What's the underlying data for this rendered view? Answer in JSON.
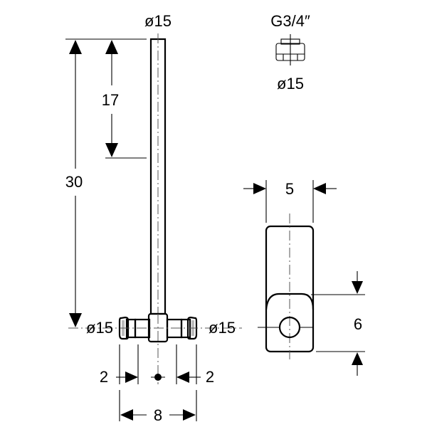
{
  "drawing": {
    "main_view": {
      "pipe_top_diameter": "ø15",
      "dim_total_height": "30",
      "dim_upper_height": "17",
      "tee_left_diameter": "ø15",
      "tee_right_diameter": "ø15",
      "dim_left_offset": "2",
      "dim_right_offset": "2",
      "dim_tee_width": "8"
    },
    "top_view": {
      "thread_label": "G3/4″",
      "diameter_label": "ø15"
    },
    "side_view": {
      "dim_width": "5",
      "dim_height": "6"
    }
  },
  "colors": {
    "line": "#000000",
    "centerline": "#555555",
    "background": "#ffffff"
  }
}
